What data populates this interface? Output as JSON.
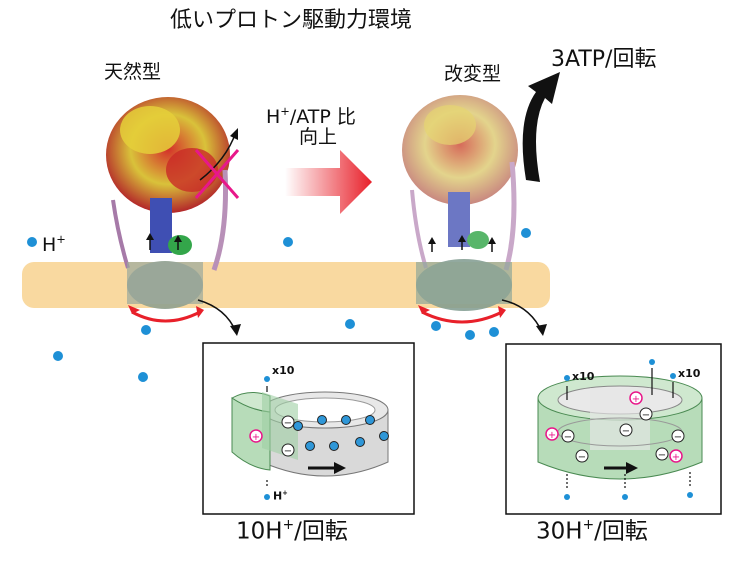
{
  "title": "低いプロトン駆動力環境",
  "wild_type_label": "天然型",
  "modified_label": "改変型",
  "atp_per_rotation": "3ATP/回転",
  "ratio_label_line1": "H+/ATP 比",
  "ratio_label_line2": "向上",
  "proton_label": "H+",
  "inset_left": {
    "rotation_label": "10H+/回転",
    "multiplier": "x10",
    "proton": "H+"
  },
  "inset_right": {
    "rotation_label": "30H+/回転",
    "multiplier_a": "x10",
    "multiplier_b": "x10"
  },
  "colors": {
    "membrane": "#f9d9a0",
    "proton_dot": "#1e90d6",
    "arrow_red": "#e8202a",
    "cross": "#e8178a",
    "ring_green": "#b7dcb9",
    "ring_gray": "#d9d9d9"
  }
}
